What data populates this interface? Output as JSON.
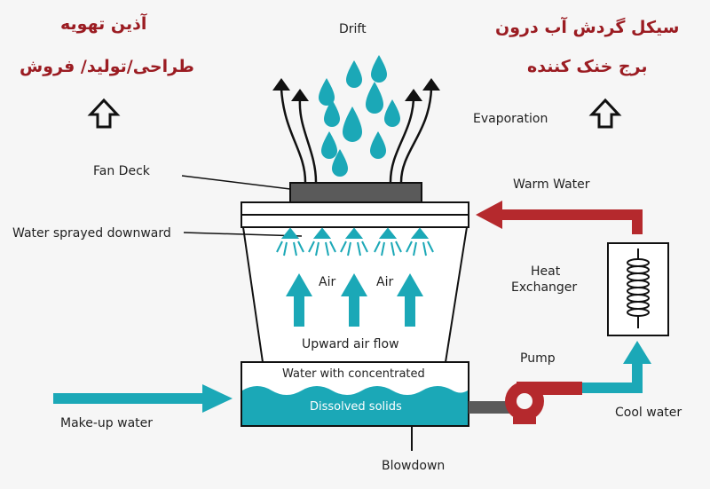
{
  "colors": {
    "teal": "#1ba8b7",
    "red": "#b5292d",
    "dark": "#111111",
    "fan_deck": "#5a5a5a",
    "title_red": "#9b1c22"
  },
  "persian": {
    "left_line1": "آذین تهویه",
    "left_line2": "طراحی/تولید/ فروش",
    "right_line1": "سیکل گردش آب درون",
    "right_line2": "برج خنک کننده"
  },
  "labels": {
    "drift": "Drift",
    "evaporation": "Evaporation",
    "fan_deck": "Fan Deck",
    "warm_water": "Warm Water",
    "water_sprayed": "Water sprayed downward",
    "air_left": "Air",
    "air_right": "Air",
    "heat_exchanger_1": "Heat",
    "heat_exchanger_2": "Exchanger",
    "upward_air_flow": "Upward air flow",
    "pump": "Pump",
    "water_concentrated": "Water with concentrated",
    "dissolved_solids": "Dissolved solids",
    "make_up_water": "Make-up water",
    "cool_water": "Cool water",
    "blowdown": "Blowdown"
  },
  "icons": [
    "up-arrow-icon",
    "water-drop-icon",
    "spray-nozzle-icon",
    "coil-icon",
    "pump-icon"
  ]
}
